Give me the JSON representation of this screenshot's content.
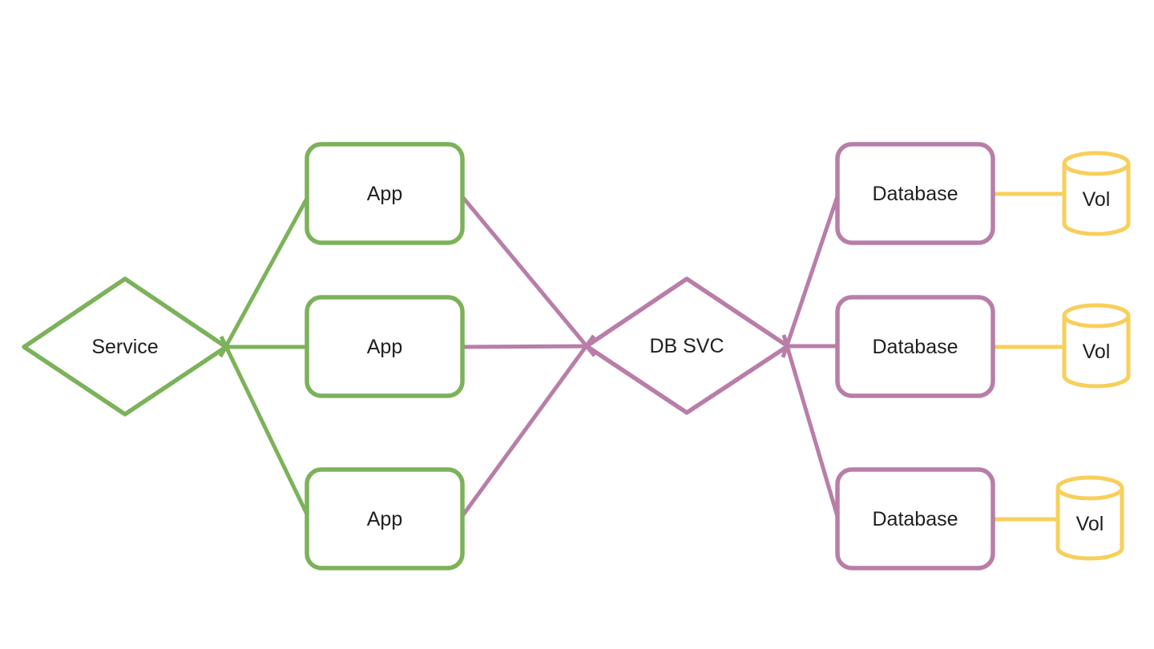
{
  "diagram": {
    "colors": {
      "service_green": "#7CB25A",
      "db_purple": "#B87EA8",
      "volume_yellow": "#F7CF5B",
      "node_fill": "#FFFFFF",
      "label_text": "#1F1F1F",
      "background": "#FFFFFF"
    },
    "nodes": {
      "service": {
        "label": "Service",
        "shape": "diamond"
      },
      "apps": [
        {
          "label": "App"
        },
        {
          "label": "App"
        },
        {
          "label": "App"
        }
      ],
      "db_service": {
        "label": "DB SVC",
        "shape": "diamond"
      },
      "databases": [
        {
          "label": "Database"
        },
        {
          "label": "Database"
        },
        {
          "label": "Database"
        }
      ],
      "volumes": [
        {
          "label": "Vol"
        },
        {
          "label": "Vol"
        },
        {
          "label": "Vol"
        }
      ]
    }
  }
}
